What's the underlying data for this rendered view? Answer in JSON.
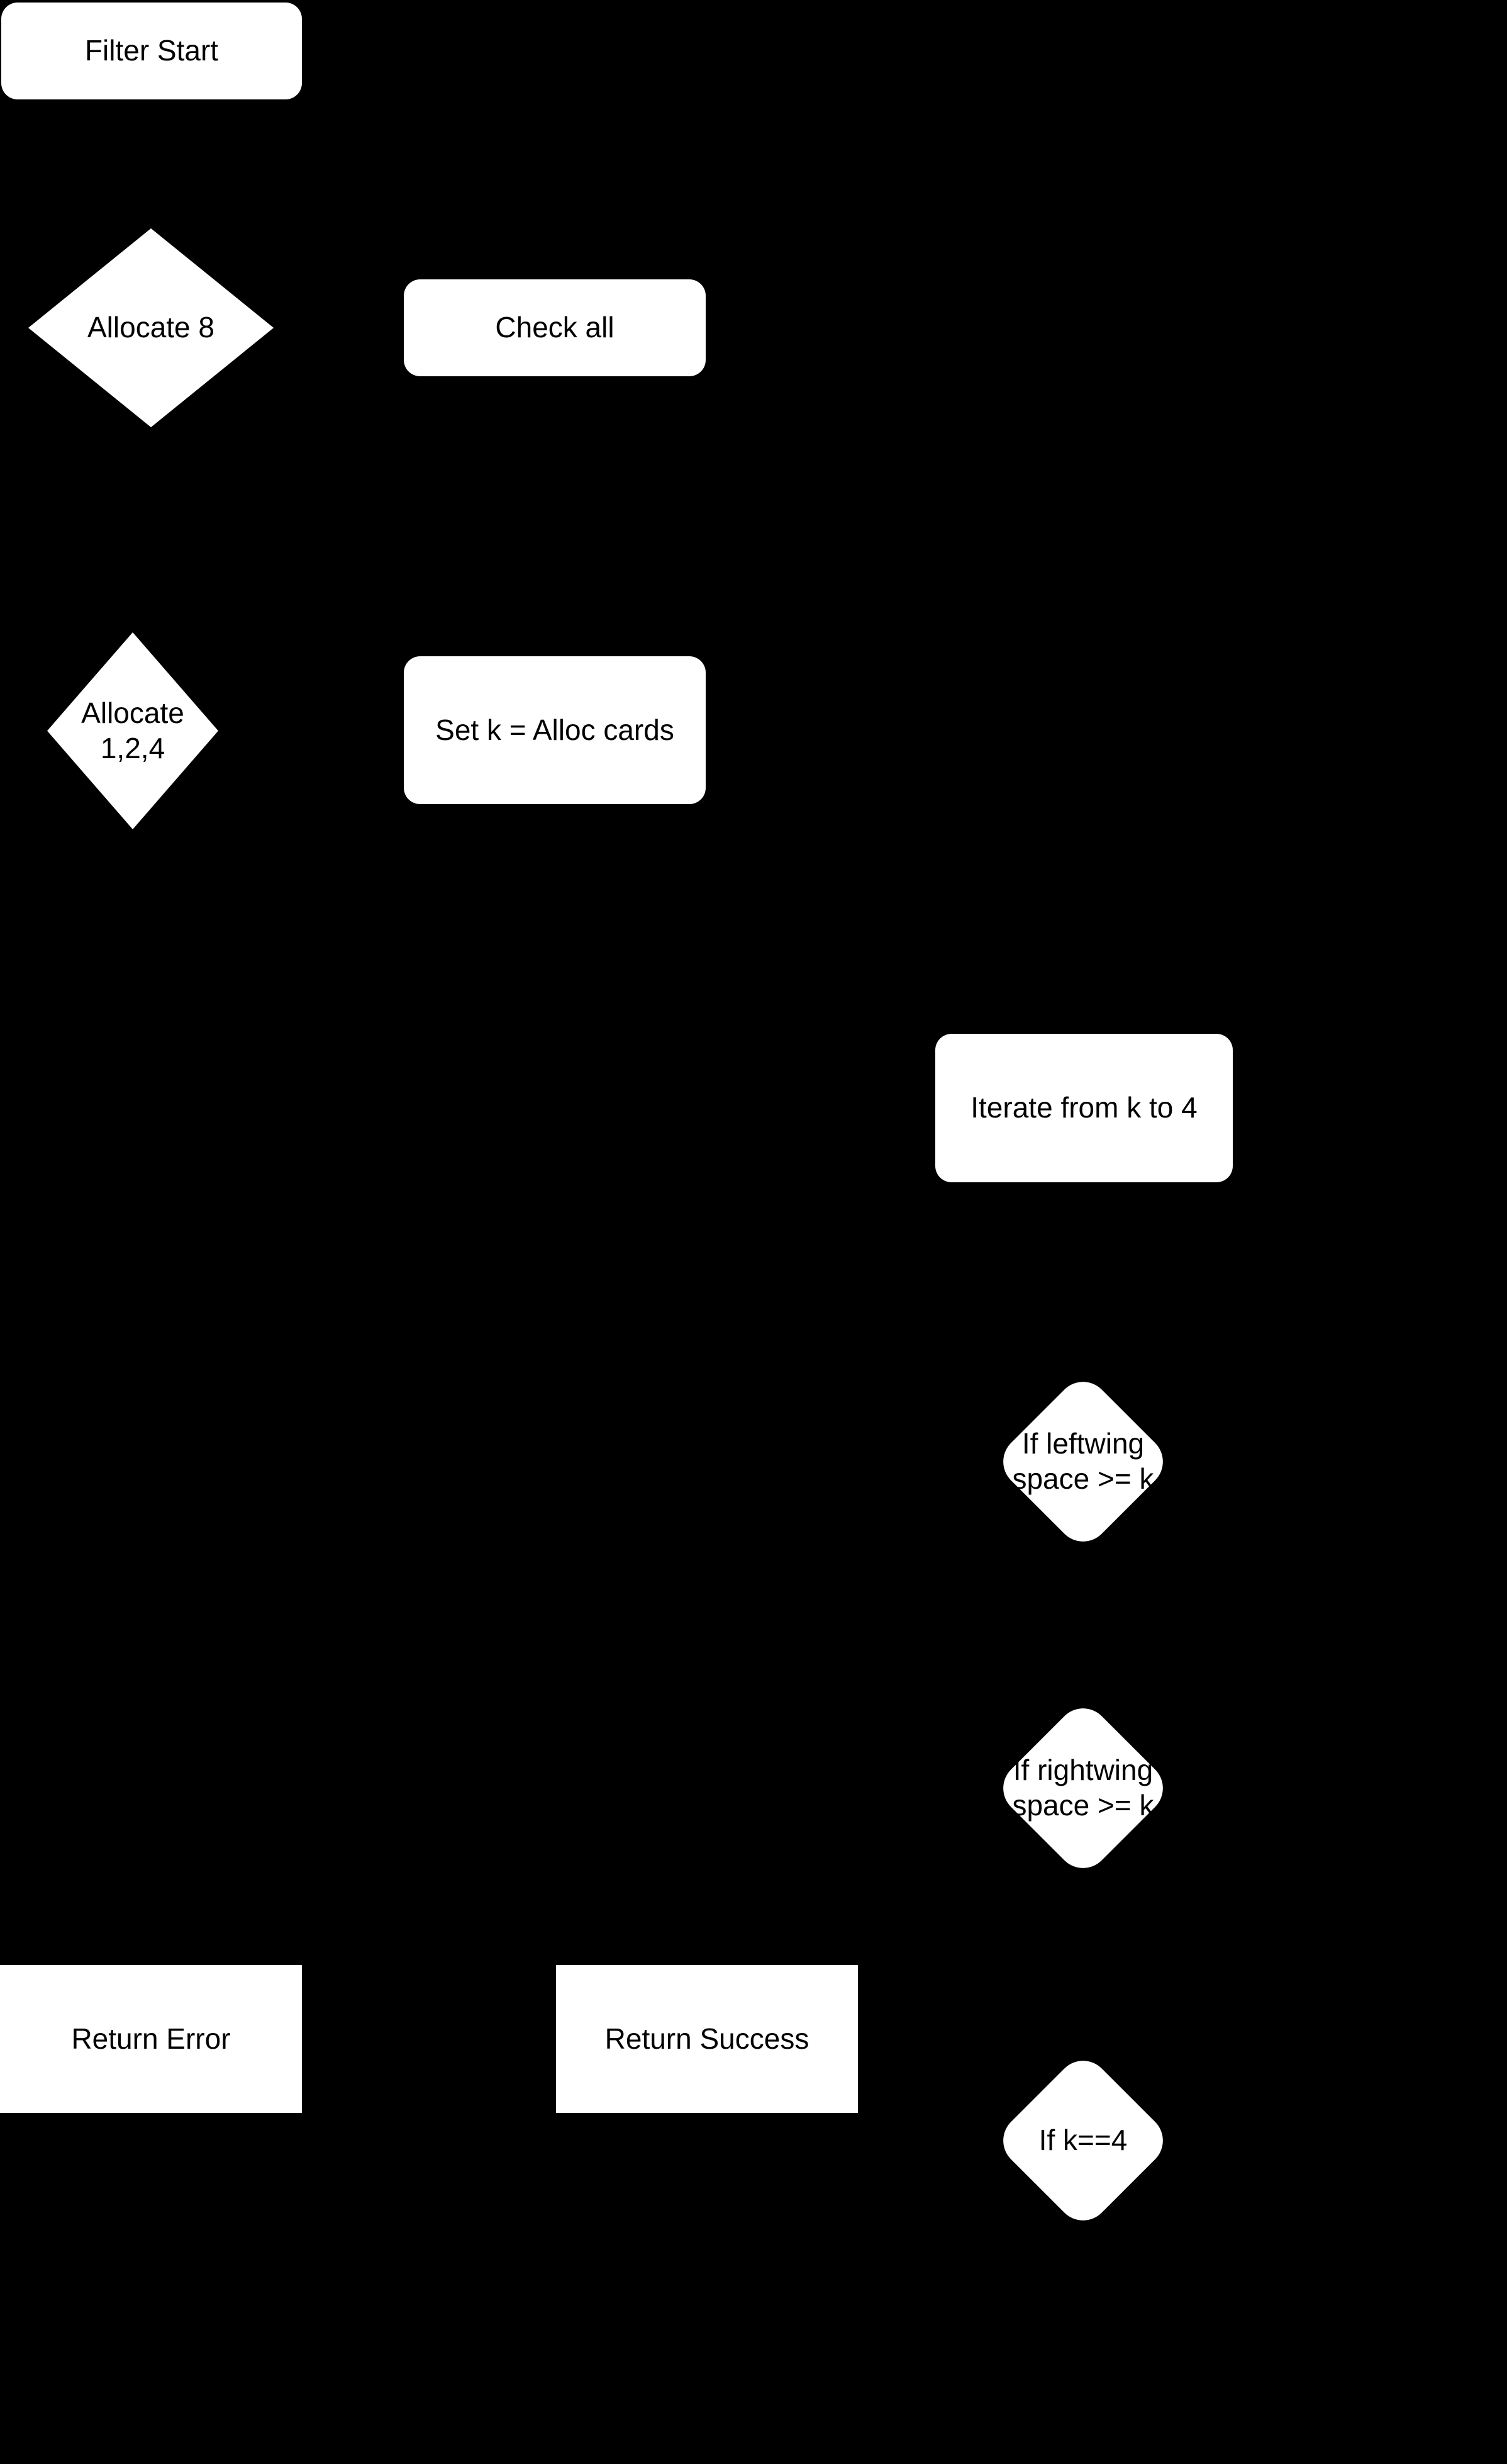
{
  "diagram": {
    "background_color": "#000000",
    "node_fill_color": "#ffffff",
    "node_text_color": "#000000",
    "nodes": {
      "filter_start": {
        "shape": "rounded-rect",
        "label": "Filter Start"
      },
      "allocate_8": {
        "shape": "diamond",
        "label": "Allocate 8"
      },
      "check_all": {
        "shape": "rounded-rect",
        "label": "Check all"
      },
      "allocate_1_2_4": {
        "shape": "diamond",
        "label": "Allocate 1,2,4"
      },
      "set_k": {
        "shape": "rounded-rect",
        "label": "Set k = Alloc cards"
      },
      "iterate_k_to_4": {
        "shape": "rounded-rect",
        "label": "Iterate from k to 4"
      },
      "if_leftwing": {
        "shape": "rounded-diamond",
        "label": "If leftwing\nspace >= k"
      },
      "if_rightwing": {
        "shape": "rounded-diamond",
        "label": "If rightwing\nspace >= k"
      },
      "return_error": {
        "shape": "rect",
        "label": "Return Error"
      },
      "return_success": {
        "shape": "rect",
        "label": "Return Success"
      },
      "if_k_equals_4": {
        "shape": "rounded-diamond",
        "label": "If k==4"
      }
    }
  }
}
